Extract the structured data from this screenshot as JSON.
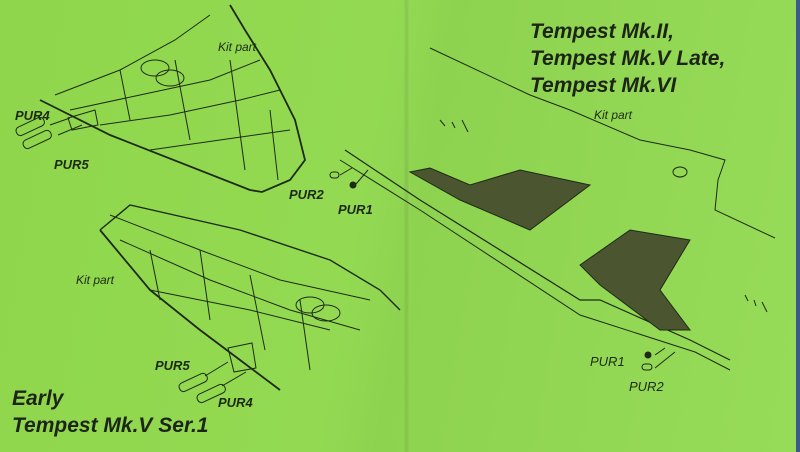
{
  "sheet": {
    "title_right": [
      "Tempest Mk.II,",
      "Tempest Mk.V Late,",
      "Tempest Mk.VI"
    ],
    "title_left": [
      "Early",
      "Tempest Mk.V Ser.1"
    ],
    "labels": {
      "kit_part_top": "Kit part",
      "kit_part_bottom": "Kit part",
      "kit_part_right": "Kit part",
      "pur4_top": "PUR4",
      "pur5_top": "PUR5",
      "pur2_mid": "PUR2",
      "pur1_mid": "PUR1",
      "pur5_bottom": "PUR5",
      "pur4_bottom": "PUR4",
      "pur1_right": "PUR1",
      "pur2_right": "PUR2"
    },
    "colors": {
      "paper": "#93d850",
      "ink": "#1e2a14",
      "fabric": "#3b5a8a"
    }
  }
}
